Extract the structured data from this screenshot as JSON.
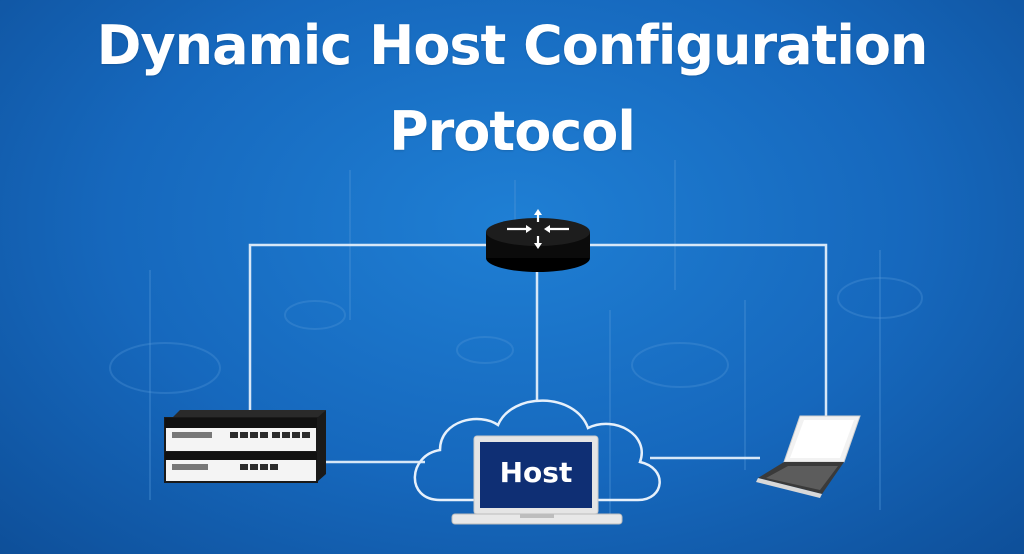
{
  "title": {
    "line1": "Dynamic Host Configuration",
    "line2": "Protocol"
  },
  "nodes": {
    "router": "router-icon",
    "switch": "network-switch-icon",
    "host": {
      "label": "Host",
      "icon": "laptop-icon"
    },
    "cloud": "cloud-icon",
    "client": "laptop-icon"
  },
  "colors": {
    "background": "#1668bd",
    "link_lines": "#d7e7f7",
    "router_body": "#0b0b0b",
    "host_screen": "#0f2f74",
    "text": "#ffffff"
  }
}
